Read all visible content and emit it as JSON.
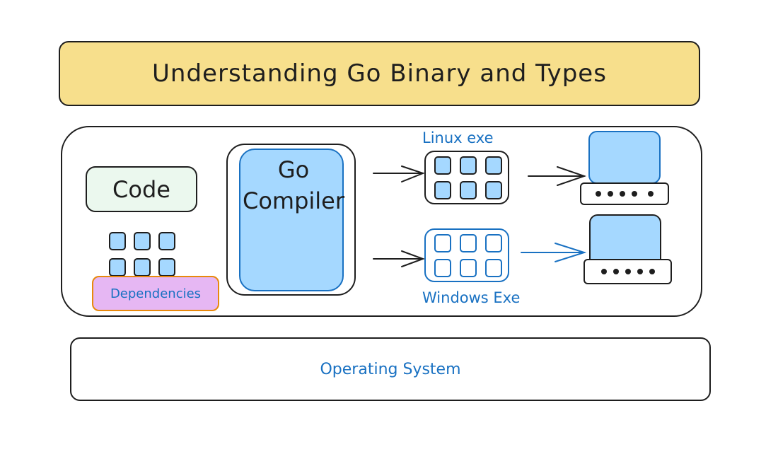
{
  "title": "Understanding Go Binary and Types",
  "code_label": "Code",
  "dependencies_label": "Dependencies",
  "compiler_label_line1": "Go",
  "compiler_label_line2": "Compiler",
  "linux_label": "Linux exe",
  "windows_label": "Windows Exe",
  "os_label": "Operating System",
  "colors": {
    "title_fill": "#f7df8c",
    "code_fill": "#ebf8ee",
    "blue_fill": "#a5d8ff",
    "blue_stroke": "#1971c2",
    "deps_fill": "#e6b7f3",
    "deps_stroke": "#e8890c"
  }
}
